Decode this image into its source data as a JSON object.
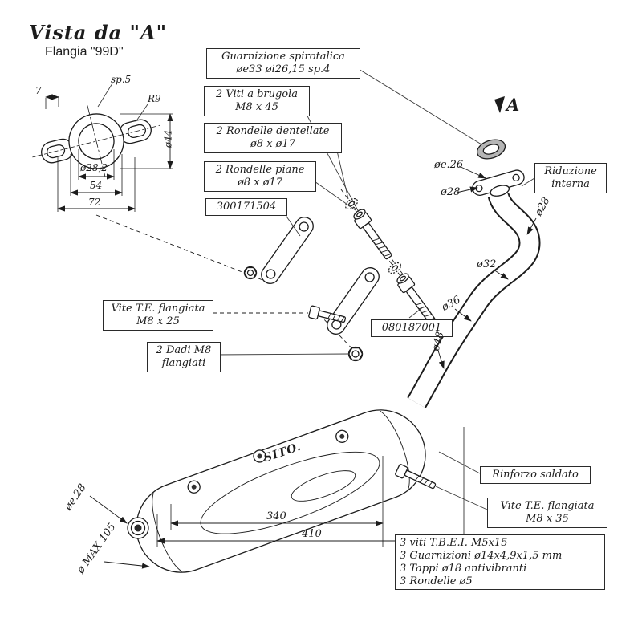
{
  "title": {
    "view_label": "Vista da \"A\"",
    "flange_label": "Flangia \"99D\""
  },
  "view_marker": "A",
  "brand_logo": "SITO.",
  "flange_detail": {
    "thickness": "sp.5",
    "slot_width": "7",
    "radius": "R9",
    "outer_dia": "ø44",
    "hole_dia": "ø28,2",
    "hole_spacing": "54",
    "overall_width": "72"
  },
  "callouts": {
    "gasket": {
      "line1": "Guarnizione spirotalica",
      "line2": "øe33 øi26,15 sp.4"
    },
    "socket_screws": {
      "line1": "2 Viti a brugola",
      "line2": "M8 x 45"
    },
    "toothed_washers": {
      "line1": "2 Rondelle dentellate",
      "line2": "ø8 x ø17"
    },
    "flat_washers": {
      "line1": "2 Rondelle piane",
      "line2": "ø8 x ø17"
    },
    "part_number_1": "300171504",
    "hex_screw_25": {
      "line1": "Vite T.E. flangiata",
      "line2": "M8 x 25"
    },
    "nuts": {
      "line1": "2 Dadi M8",
      "line2": "flangiati"
    },
    "part_number_2": "080187001",
    "reduction": {
      "line1": "Riduzione",
      "line2": "interna"
    },
    "reinforcement": "Rinforzo saldato",
    "hex_screw_35": {
      "line1": "Vite T.E. flangiata",
      "line2": "M8 x 35"
    },
    "kit": {
      "line1": "3 viti T.B.E.I. M5x15",
      "line2": "3 Guarnizioni ø14x4,9x1,5 mm",
      "line3": "3 Tappi ø18 antivibranti",
      "line4": "3 Rondelle ø5"
    }
  },
  "dimensions": {
    "pipe_inlet": "øe.26",
    "flange_neck": "ø28",
    "pipe_bend": "ø28",
    "pipe_mid": "ø32",
    "pipe_lower": "ø36",
    "pipe_cone": "ø48",
    "muffler_body_length": "340",
    "muffler_total_length": "410",
    "tip_dia": "øe.28",
    "max_dia": "ø MAX 105"
  }
}
